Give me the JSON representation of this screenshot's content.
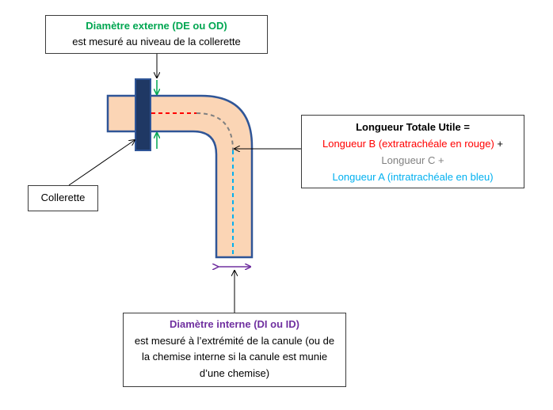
{
  "colors": {
    "green": "#00a651",
    "red": "#ff0000",
    "grey": "#808080",
    "blue": "#00b0f0",
    "purple": "#7030a0",
    "tube_fill": "#fbd5b5",
    "tube_stroke": "#2f5597",
    "flange_fill": "#1f3864"
  },
  "external_diameter": {
    "title": "Diamètre externe (DE ou OD)",
    "text": "est mesuré au niveau de la collerette"
  },
  "flange": {
    "label": "Collerette"
  },
  "total_length": {
    "title": "Longueur Totale Utile =",
    "length_b": "Longueur B (extratrachéale en rouge)",
    "plus1": " +",
    "length_c": "Longueur C +",
    "length_a": "Longueur A (intratrachéale en bleu)"
  },
  "internal_diameter": {
    "title": "Diamètre interne (DI ou ID)",
    "line1": "est mesuré à l’extrémité de la canule (ou de",
    "line2": "la chemise interne si la canule est munie",
    "line3": "d’une chemise)"
  }
}
